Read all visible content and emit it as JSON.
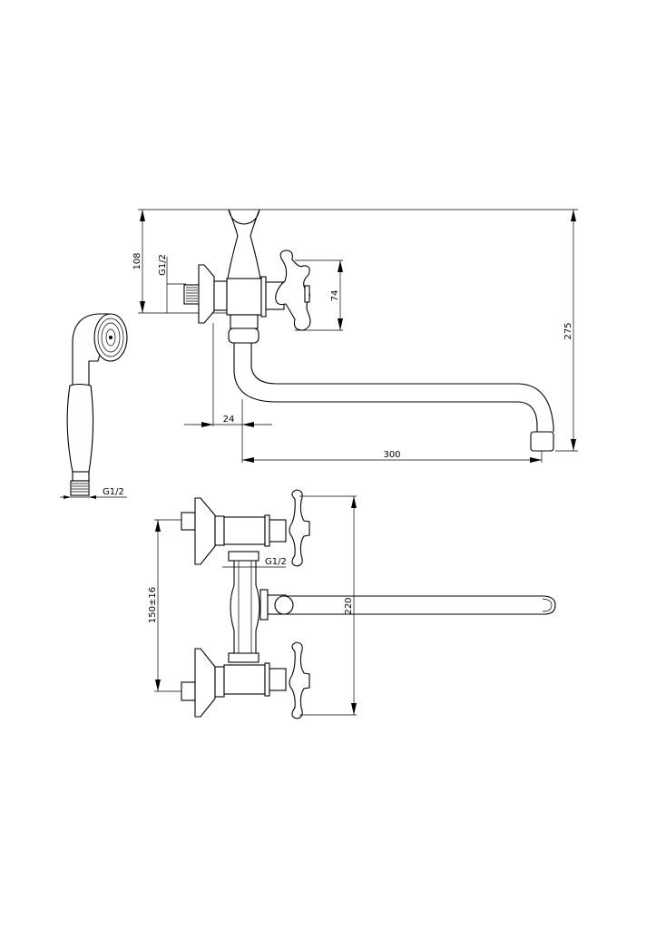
{
  "side_view": {
    "dim_height_top": "108",
    "dim_thread": "G1/2",
    "dim_handle": "74",
    "dim_total_height": "275",
    "dim_offset": "24",
    "dim_spout_reach": "300"
  },
  "shower_head": {
    "dim_thread": "G1/2"
  },
  "top_view": {
    "dim_thread": "G1/2",
    "dim_center_distance": "150±16",
    "dim_overall": "220"
  }
}
